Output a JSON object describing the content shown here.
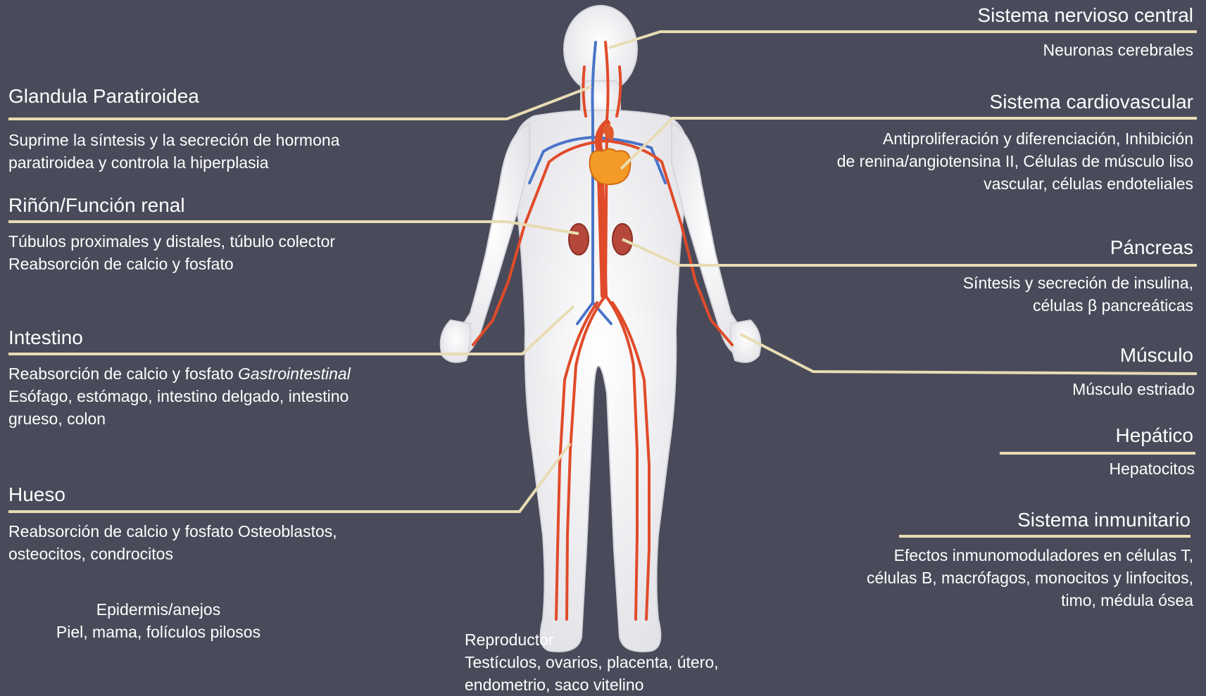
{
  "colors": {
    "background": "#494b5a",
    "leader_line": "#e8dcb4",
    "body_silhouette": "#f4f4f6",
    "artery": "#e04b2a",
    "vein": "#4a74c8",
    "heart": "#f39a27",
    "kidney": "#b5483a"
  },
  "left": {
    "paratiroidea": {
      "title": "Glandula Paratiroidea",
      "desc": "Suprime la síntesis y la secreción de hormona\nparatiroidea y controla la hiperplasia"
    },
    "rinon": {
      "title": "Riñón/Función renal",
      "desc": "Túbulos proximales y distales, túbulo colector\nReabsorción de calcio y fosfato"
    },
    "intestino": {
      "title": "Intestino",
      "desc_a": "Reabsorción de calcio y fosfato ",
      "desc_italic": "Gastrointestinal",
      "desc_b": "\nEsófago, estómago, intestino delgado, intestino\ngrueso, colon"
    },
    "hueso": {
      "title": "Hueso",
      "desc": "Reabsorción de calcio y fosfato Osteoblastos,\nosteocitos, condrocitos"
    },
    "epidermis": {
      "desc": "Epidermis/anejos\nPiel, mama, folículos pilosos"
    }
  },
  "bottom": {
    "reproductor": {
      "desc": "Reproductor\nTestículos, ovarios, placenta, útero,\nendometrio, saco vitelino"
    }
  },
  "right": {
    "snc": {
      "title": "Sistema nervioso central",
      "desc": "Neuronas cerebrales"
    },
    "cardio": {
      "title": "Sistema cardiovascular",
      "desc": "Antiproliferación y diferenciación, Inhibición\nde renina/angiotensina II, Células de músculo liso\nvascular, células endoteliales"
    },
    "pancreas": {
      "title": "Páncreas",
      "desc": "Síntesis y secreción de insulina,\ncélulas β pancreáticas"
    },
    "musculo": {
      "title": "Músculo",
      "desc": "Músculo estriado"
    },
    "hepatico": {
      "title": "Hepático",
      "desc": "Hepatocitos"
    },
    "inmune": {
      "title": "Sistema inmunitario",
      "desc": "Efectos inmunomoduladores en células T,\ncélulas B, macrófagos, monocitos y linfocitos,\ntimo, médula ósea"
    }
  }
}
